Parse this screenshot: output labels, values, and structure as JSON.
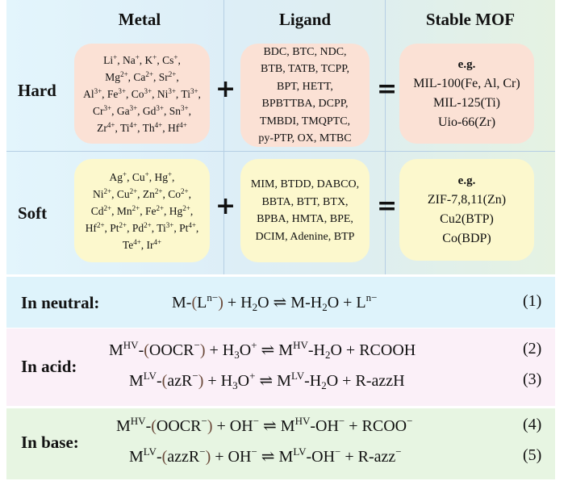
{
  "headers": {
    "metal": "Metal",
    "ligand": "Ligand",
    "mof": "Stable MOF"
  },
  "rows": {
    "hard": {
      "label": "Hard",
      "metal_lines": [
        [
          [
            "Li",
            "+"
          ],
          [
            "Na",
            "+"
          ],
          [
            "K",
            "+"
          ],
          [
            "Cs",
            "+"
          ]
        ],
        [
          [
            "Mg",
            "2+"
          ],
          [
            "Ca",
            "2+"
          ],
          [
            "Sr",
            "2+"
          ]
        ],
        [
          [
            "Al",
            "3+"
          ],
          [
            "Fe",
            "3+"
          ],
          [
            "Co",
            "3+"
          ],
          [
            "Ni",
            "3+"
          ],
          [
            "Ti",
            "3+"
          ]
        ],
        [
          [
            "Cr",
            "3+"
          ],
          [
            "Ga",
            "3+"
          ],
          [
            "Gd",
            "3+"
          ],
          [
            "Sn",
            "3+"
          ]
        ],
        [
          [
            "Zr",
            "4+"
          ],
          [
            "Ti",
            "4+"
          ],
          [
            "Th",
            "4+"
          ],
          [
            "Hf",
            "4+"
          ]
        ]
      ],
      "ligand_lines": [
        "BDC, BTC, NDC,",
        "BTB, TATB, TCPP,",
        "BPT, HETT,",
        "BPBTTBA, DCPP,",
        "TMBDI, TMQPTC,",
        "py-PTP, OX, MTBC"
      ],
      "mof_eg": "e.g.",
      "mof_lines": [
        "MIL-100(Fe, Al, Cr)",
        "MIL-125(Ti)",
        "Uio-66(Zr)"
      ]
    },
    "soft": {
      "label": "Soft",
      "metal_lines": [
        [
          [
            "Ag",
            "+"
          ],
          [
            "Cu",
            "+"
          ],
          [
            "Hg",
            "+"
          ]
        ],
        [
          [
            "Ni",
            "2+"
          ],
          [
            "Cu",
            "2+"
          ],
          [
            "Zn",
            "2+"
          ],
          [
            "Co",
            "2+"
          ]
        ],
        [
          [
            "Cd",
            "2+"
          ],
          [
            "Mn",
            "2+"
          ],
          [
            "Fe",
            "2+"
          ],
          [
            "Hg",
            "2+"
          ]
        ],
        [
          [
            "Hf",
            "2+"
          ],
          [
            "Pt",
            "2+"
          ],
          [
            "Pd",
            "2+"
          ],
          [
            "Ti",
            "3+"
          ],
          [
            "Pt",
            "4+"
          ]
        ],
        [
          [
            "Te",
            "4+"
          ],
          [
            "Ir",
            "4+"
          ]
        ]
      ],
      "ligand_lines": [
        "MIM, BTDD, DABCO,",
        "BBTA, BTT, BTX,",
        "BPBA, HMTA, BPE,",
        "DCIM, Adenine, BTP"
      ],
      "mof_eg": "e.g.",
      "mof_lines": [
        "ZIF-7,8,11(Zn)",
        "Cu2(BTP)",
        "Co(BDP)"
      ]
    }
  },
  "operators": {
    "plus": "+",
    "equals": "="
  },
  "conditions": {
    "neutral": {
      "label": "In neutral:",
      "equations": [
        {
          "html": "M-<span class='paren'>(</span>L<span class='sup2'>n−</span><span class='paren'>)</span> + H<span class='sub2'>2</span>O ⇌ M-H<span class='sub2'>2</span>O + L<span class='sup2'>n−</span>",
          "number": "(1)"
        }
      ]
    },
    "acid": {
      "label": "In acid:",
      "equations": [
        {
          "html": "M<span class='sup2'>HV</span>-<span class='paren'>(</span>OOCR<span class='sup2'>−</span><span class='paren'>)</span> + H<span class='sub2'>3</span>O<span class='sup2'>+</span> ⇌ M<span class='sup2'>HV</span>-H<span class='sub2'>2</span>O + RCOOH",
          "number": "(2)"
        },
        {
          "html": "M<span class='sup2'>LV</span>-<span class='paren'>(</span>azR<span class='sup2'>−</span><span class='paren'>)</span> + H<span class='sub2'>3</span>O<span class='sup2'>+</span> ⇌ M<span class='sup2'>LV</span>-H<span class='sub2'>2</span>O + R-azzH",
          "number": "(3)"
        }
      ]
    },
    "base": {
      "label": "In base:",
      "equations": [
        {
          "html": "M<span class='sup2'>HV</span>-<span class='paren'>(</span>OOCR<span class='sup2'>−</span><span class='paren'>)</span> + OH<span class='sup2'>−</span> ⇌ M<span class='sup2'>HV</span>-OH<span class='sup2'>−</span> + RCOO<span class='sup2'>−</span>",
          "number": "(4)"
        },
        {
          "html": "M<span class='sup2'>LV</span>-<span class='paren'>(</span>azzR<span class='sup2'>−</span><span class='paren'>)</span> + OH<span class='sup2'>−</span> ⇌ M<span class='sup2'>LV</span>-OH<span class='sup2'>−</span> + R-azz<span class='sup2'>−</span>",
          "number": "(5)"
        }
      ]
    }
  },
  "colors": {
    "hard_box": "#fbe1d5",
    "soft_box": "#fcf8cd",
    "neutral_bg": "#def3fb",
    "acid_bg": "#fbf0f8",
    "base_bg": "#e7f5e2",
    "divider": "#b6cfe4"
  }
}
